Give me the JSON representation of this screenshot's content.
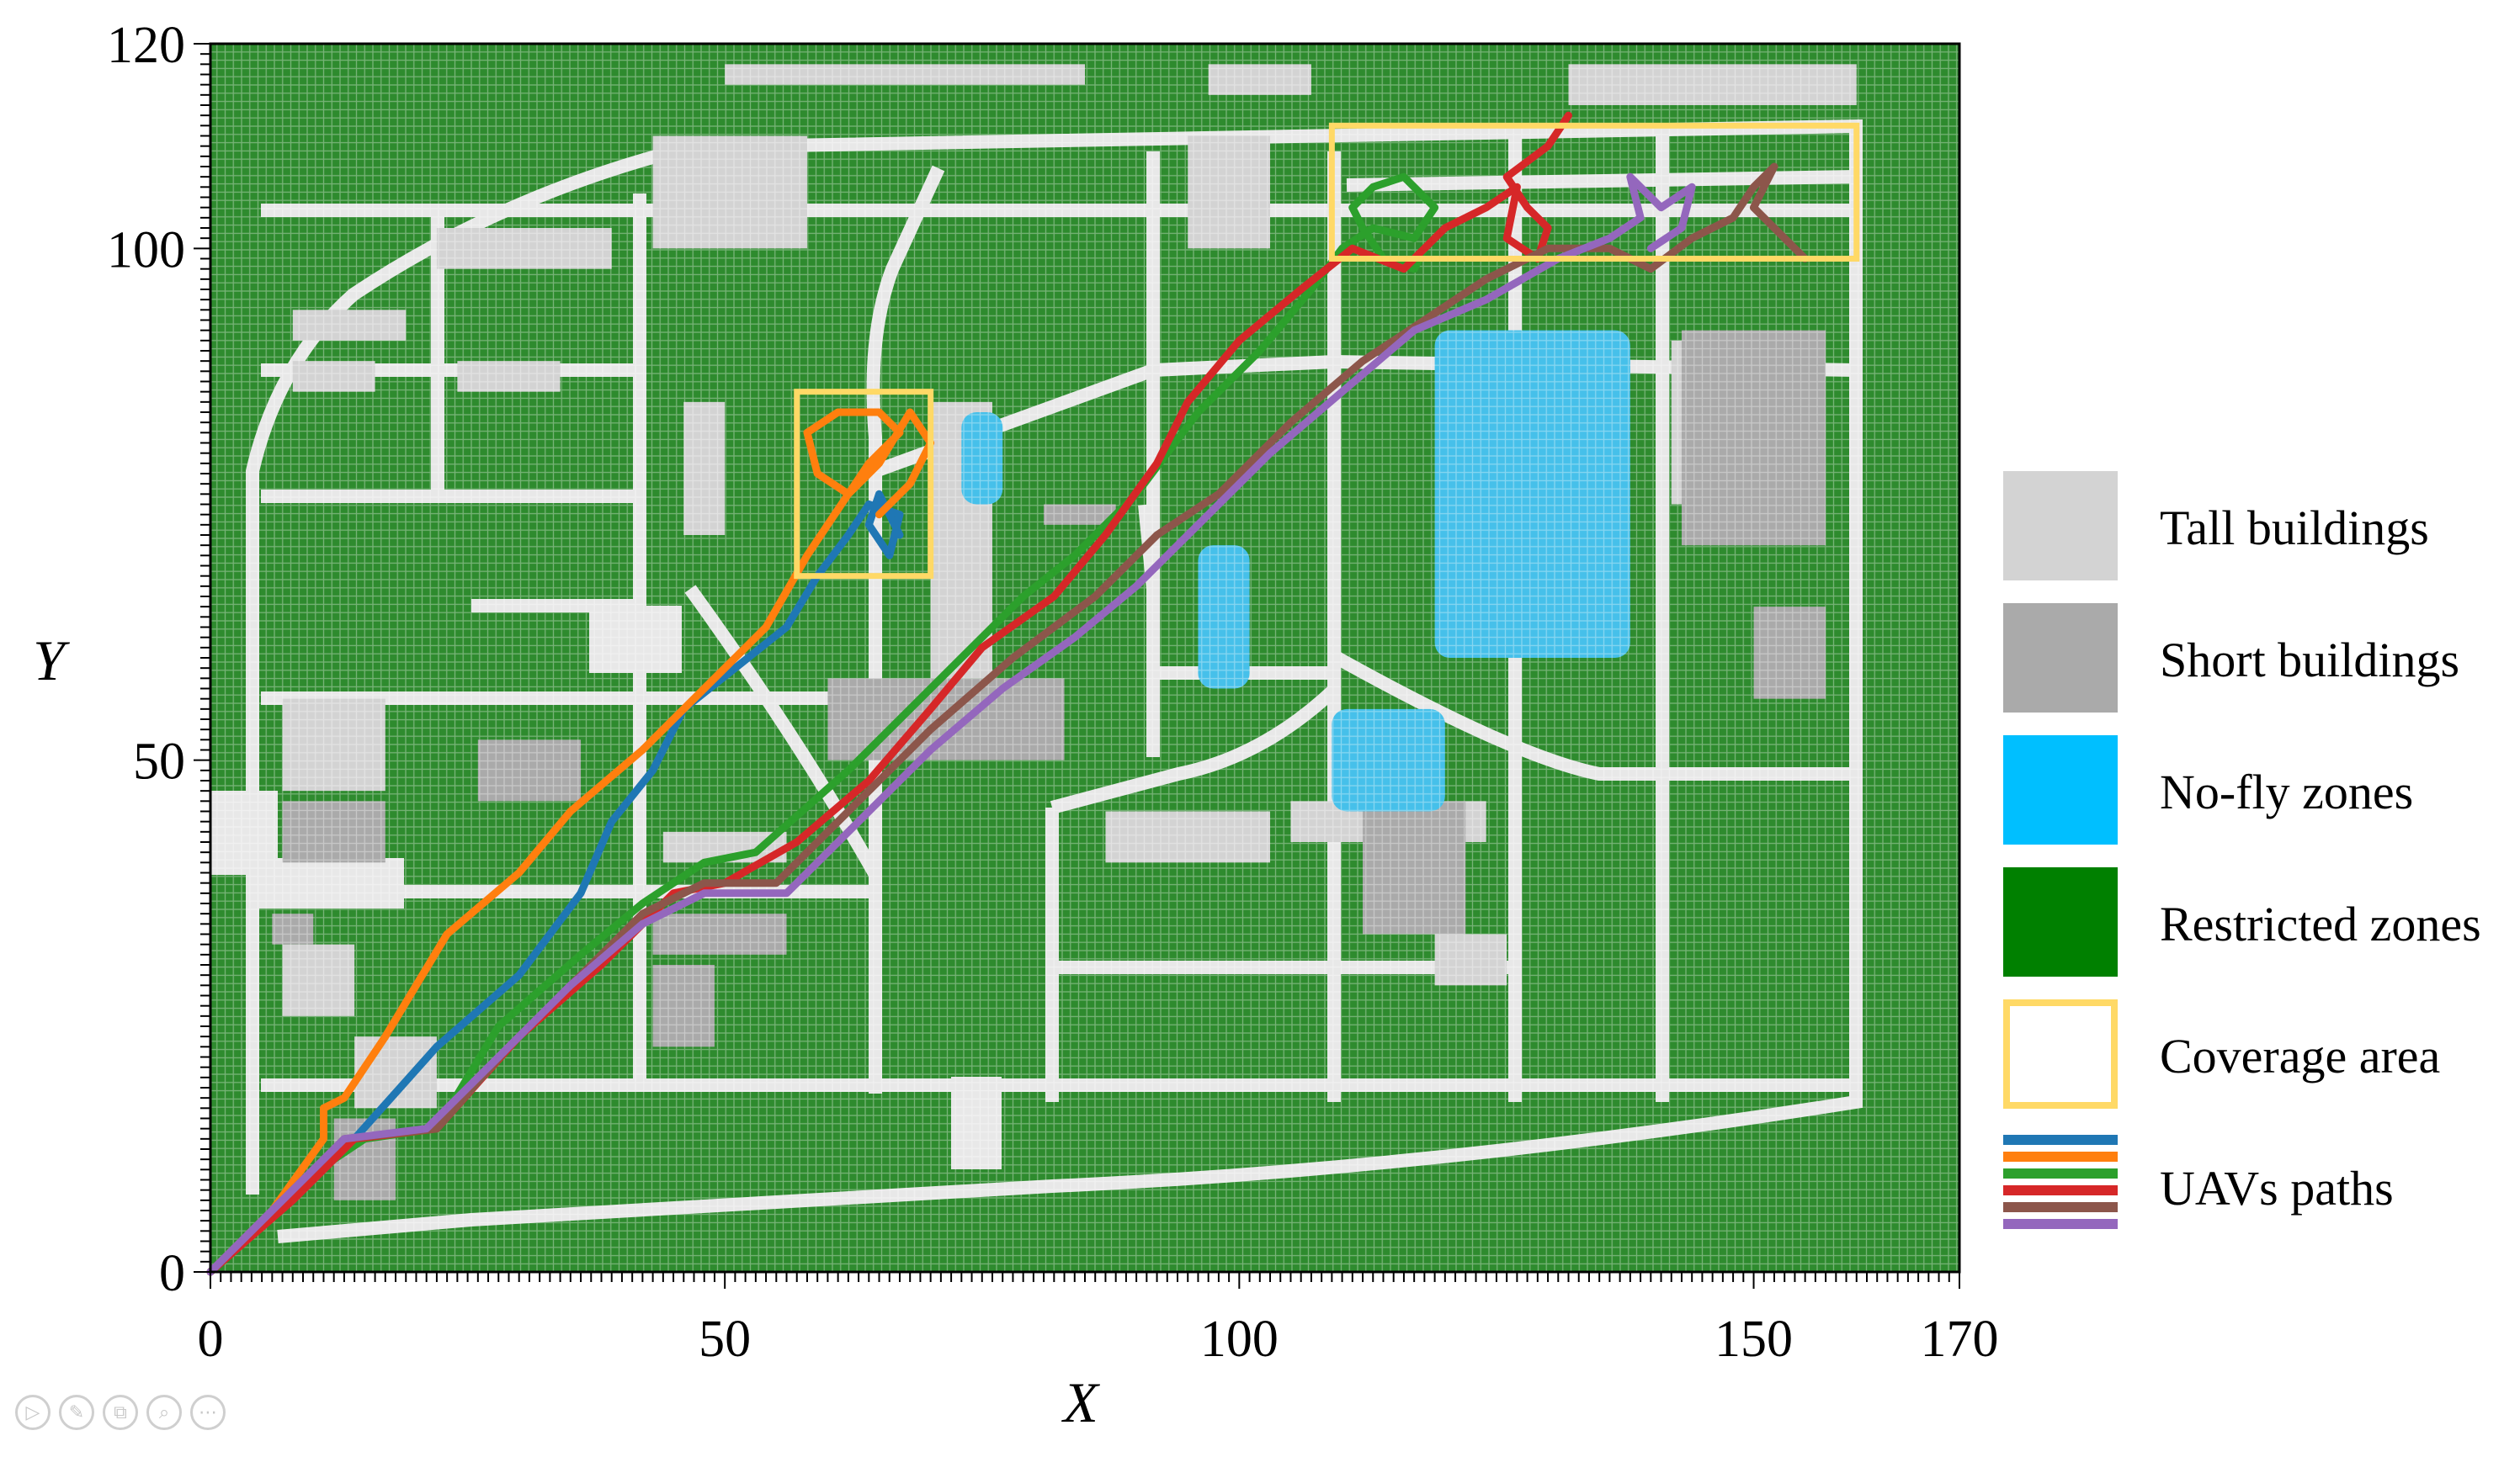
{
  "chart_data": {
    "type": "grid-map",
    "xlabel": "X",
    "ylabel": "Y",
    "xlim": [
      0,
      170
    ],
    "ylim": [
      0,
      120
    ],
    "xticks": [
      0,
      50,
      100,
      150,
      170
    ],
    "yticks": [
      0,
      50,
      100,
      120
    ],
    "grid": true,
    "legend_position": "right",
    "colors": {
      "restricted": "#2e8b2e",
      "road": "#e8e8e8",
      "tall": "#d3d3d3",
      "short": "#aaaaaa",
      "nofly": "#46c0ea",
      "coverage": "#ffd966"
    },
    "legend": [
      {
        "label": "Tall buildings",
        "kind": "fill",
        "color": "#d3d3d3"
      },
      {
        "label": "Short buildings",
        "kind": "fill",
        "color": "#aaaaaa"
      },
      {
        "label": "No-fly zones",
        "kind": "fill",
        "color": "#00bfff"
      },
      {
        "label": "Restricted zones",
        "kind": "fill",
        "color": "#008000"
      },
      {
        "label": "Coverage area",
        "kind": "outline",
        "color": "#ffd966"
      },
      {
        "label": "UAVs paths",
        "kind": "lines",
        "colors": [
          "#1f77b4",
          "#ff7f0e",
          "#2ca02c",
          "#d62728",
          "#8c564b",
          "#9467bd"
        ]
      }
    ],
    "coverage_areas": [
      {
        "x0": 57,
        "x1": 70,
        "y0": 68,
        "y1": 86
      },
      {
        "x0": 109,
        "x1": 160,
        "y0": 99,
        "y1": 112
      }
    ],
    "tall_buildings": [
      {
        "x0": 43,
        "x1": 58,
        "y0": 100,
        "y1": 111
      },
      {
        "x0": 22,
        "x1": 39,
        "y0": 98,
        "y1": 102
      },
      {
        "x0": 8,
        "x1": 19,
        "y0": 91,
        "y1": 94
      },
      {
        "x0": 8,
        "x1": 16,
        "y0": 86,
        "y1": 89
      },
      {
        "x0": 24,
        "x1": 34,
        "y0": 86,
        "y1": 89
      },
      {
        "x0": 46,
        "x1": 50,
        "y0": 72,
        "y1": 85
      },
      {
        "x0": 70,
        "x1": 76,
        "y0": 58,
        "y1": 85
      },
      {
        "x0": 95,
        "x1": 103,
        "y0": 100,
        "y1": 111
      },
      {
        "x0": 132,
        "x1": 160,
        "y0": 114,
        "y1": 118
      },
      {
        "x0": 50,
        "x1": 85,
        "y0": 116,
        "y1": 118
      },
      {
        "x0": 97,
        "x1": 107,
        "y0": 115,
        "y1": 118
      },
      {
        "x0": 7,
        "x1": 17,
        "y0": 47,
        "y1": 56
      },
      {
        "x0": 7,
        "x1": 14,
        "y0": 25,
        "y1": 32
      },
      {
        "x0": 14,
        "x1": 22,
        "y0": 16,
        "y1": 23
      },
      {
        "x0": 87,
        "x1": 103,
        "y0": 40,
        "y1": 45
      },
      {
        "x0": 105,
        "x1": 124,
        "y0": 42,
        "y1": 46
      },
      {
        "x0": 142,
        "x1": 148,
        "y0": 75,
        "y1": 91
      },
      {
        "x0": 44,
        "x1": 56,
        "y0": 40,
        "y1": 43
      },
      {
        "x0": 119,
        "x1": 126,
        "y0": 28,
        "y1": 33
      }
    ],
    "short_buildings": [
      {
        "x0": 60,
        "x1": 83,
        "y0": 50,
        "y1": 58
      },
      {
        "x0": 7,
        "x1": 17,
        "y0": 40,
        "y1": 46
      },
      {
        "x0": 12,
        "x1": 18,
        "y0": 7,
        "y1": 15
      },
      {
        "x0": 26,
        "x1": 36,
        "y0": 46,
        "y1": 52
      },
      {
        "x0": 43,
        "x1": 56,
        "y0": 31,
        "y1": 35
      },
      {
        "x0": 43,
        "x1": 49,
        "y0": 22,
        "y1": 30
      },
      {
        "x0": 112,
        "x1": 122,
        "y0": 33,
        "y1": 46
      },
      {
        "x0": 143,
        "x1": 157,
        "y0": 71,
        "y1": 92
      },
      {
        "x0": 150,
        "x1": 157,
        "y0": 56,
        "y1": 65
      },
      {
        "x0": 81,
        "x1": 88,
        "y0": 73,
        "y1": 75
      },
      {
        "x0": 6,
        "x1": 10,
        "y0": 32,
        "y1": 35
      }
    ],
    "nofly_zones": [
      {
        "x0": 119,
        "x1": 138,
        "y0": 60,
        "y1": 92
      },
      {
        "x0": 96,
        "x1": 101,
        "y0": 57,
        "y1": 71
      },
      {
        "x0": 73,
        "x1": 77,
        "y0": 75,
        "y1": 84
      },
      {
        "x0": 109,
        "x1": 120,
        "y0": 45,
        "y1": 55
      }
    ],
    "series": [
      {
        "color": "#1f77b4",
        "points": [
          [
            0,
            0
          ],
          [
            7,
            7
          ],
          [
            14,
            13
          ],
          [
            22,
            22
          ],
          [
            30,
            29
          ],
          [
            36,
            37
          ],
          [
            39,
            44
          ],
          [
            43,
            49
          ],
          [
            46,
            55
          ],
          [
            51,
            59
          ],
          [
            56,
            63
          ],
          [
            59,
            68
          ],
          [
            62,
            72
          ],
          [
            64,
            75
          ],
          [
            67,
            74
          ],
          [
            66,
            70
          ],
          [
            64,
            73
          ],
          [
            65,
            76
          ],
          [
            67,
            72
          ]
        ]
      },
      {
        "color": "#ff7f0e",
        "points": [
          [
            0,
            0
          ],
          [
            6,
            6
          ],
          [
            11,
            13
          ],
          [
            11,
            16
          ],
          [
            13,
            17
          ],
          [
            17,
            23
          ],
          [
            23,
            33
          ],
          [
            30,
            39
          ],
          [
            35,
            45
          ],
          [
            42,
            51
          ],
          [
            48,
            57
          ],
          [
            54,
            63
          ],
          [
            58,
            70
          ],
          [
            60,
            73
          ],
          [
            62,
            76
          ],
          [
            64,
            79
          ],
          [
            67,
            82
          ],
          [
            65,
            84
          ],
          [
            61,
            84
          ],
          [
            58,
            82
          ],
          [
            59,
            78
          ],
          [
            62,
            76
          ],
          [
            65,
            79
          ],
          [
            68,
            84
          ],
          [
            70,
            81
          ],
          [
            68,
            77
          ],
          [
            65,
            74
          ]
        ]
      },
      {
        "color": "#2ca02c",
        "points": [
          [
            0,
            0
          ],
          [
            7,
            7
          ],
          [
            12,
            11
          ],
          [
            15,
            13
          ],
          [
            22,
            14
          ],
          [
            28,
            24
          ],
          [
            36,
            31
          ],
          [
            42,
            36
          ],
          [
            48,
            40
          ],
          [
            53,
            41
          ],
          [
            62,
            49
          ],
          [
            69,
            56
          ],
          [
            74,
            61
          ],
          [
            79,
            66
          ],
          [
            84,
            70
          ],
          [
            90,
            76
          ],
          [
            96,
            84
          ],
          [
            102,
            90
          ],
          [
            107,
            96
          ],
          [
            110,
            100
          ],
          [
            113,
            102
          ],
          [
            117,
            101
          ],
          [
            119,
            104
          ],
          [
            116,
            107
          ],
          [
            113,
            106
          ],
          [
            111,
            104
          ],
          [
            112,
            102
          ],
          [
            114,
            99
          ],
          [
            117,
            98
          ],
          [
            118,
            100
          ]
        ]
      },
      {
        "color": "#d62728",
        "points": [
          [
            0,
            0
          ],
          [
            8,
            7
          ],
          [
            14,
            13
          ],
          [
            22,
            14
          ],
          [
            30,
            23
          ],
          [
            38,
            30
          ],
          [
            45,
            37
          ],
          [
            50,
            38
          ],
          [
            57,
            42
          ],
          [
            64,
            48
          ],
          [
            70,
            55
          ],
          [
            75,
            61
          ],
          [
            82,
            66
          ],
          [
            87,
            72
          ],
          [
            92,
            79
          ],
          [
            95,
            85
          ],
          [
            100,
            91
          ],
          [
            106,
            96
          ],
          [
            111,
            100
          ],
          [
            116,
            98
          ],
          [
            120,
            102
          ],
          [
            124,
            104
          ],
          [
            127,
            106
          ],
          [
            126,
            101
          ],
          [
            129,
            99
          ],
          [
            130,
            102
          ],
          [
            128,
            104
          ],
          [
            126,
            107
          ],
          [
            130,
            110
          ],
          [
            132,
            113
          ]
        ]
      },
      {
        "color": "#8c564b",
        "points": [
          [
            0,
            0
          ],
          [
            7,
            7
          ],
          [
            13,
            13
          ],
          [
            22,
            14
          ],
          [
            29,
            22
          ],
          [
            36,
            29
          ],
          [
            42,
            35
          ],
          [
            48,
            38
          ],
          [
            55,
            38
          ],
          [
            62,
            45
          ],
          [
            70,
            53
          ],
          [
            78,
            60
          ],
          [
            86,
            66
          ],
          [
            92,
            72
          ],
          [
            98,
            76
          ],
          [
            105,
            83
          ],
          [
            112,
            89
          ],
          [
            118,
            93
          ],
          [
            124,
            97
          ],
          [
            130,
            100
          ],
          [
            136,
            100
          ],
          [
            140,
            98
          ],
          [
            144,
            101
          ],
          [
            148,
            103
          ],
          [
            150,
            106
          ],
          [
            152,
            108
          ],
          [
            150,
            104
          ],
          [
            153,
            101
          ],
          [
            155,
            99
          ]
        ]
      },
      {
        "color": "#9467bd",
        "points": [
          [
            0,
            0
          ],
          [
            6,
            6
          ],
          [
            13,
            13
          ],
          [
            21,
            14
          ],
          [
            28,
            21
          ],
          [
            35,
            28
          ],
          [
            42,
            34
          ],
          [
            48,
            37
          ],
          [
            56,
            37
          ],
          [
            63,
            44
          ],
          [
            70,
            51
          ],
          [
            77,
            57
          ],
          [
            84,
            62
          ],
          [
            90,
            67
          ],
          [
            96,
            73
          ],
          [
            103,
            80
          ],
          [
            110,
            86
          ],
          [
            117,
            92
          ],
          [
            124,
            95
          ],
          [
            131,
            99
          ],
          [
            136,
            101
          ],
          [
            139,
            103
          ],
          [
            138,
            107
          ],
          [
            141,
            104
          ],
          [
            144,
            106
          ],
          [
            143,
            102
          ],
          [
            140,
            100
          ]
        ]
      }
    ]
  },
  "toolbar": [
    {
      "icon": "play-icon",
      "glyph": "▷"
    },
    {
      "icon": "pen-icon",
      "glyph": "✎"
    },
    {
      "icon": "copy-icon",
      "glyph": "⧉"
    },
    {
      "icon": "zoom-icon",
      "glyph": "⌕"
    },
    {
      "icon": "more-icon",
      "glyph": "⋯"
    }
  ]
}
